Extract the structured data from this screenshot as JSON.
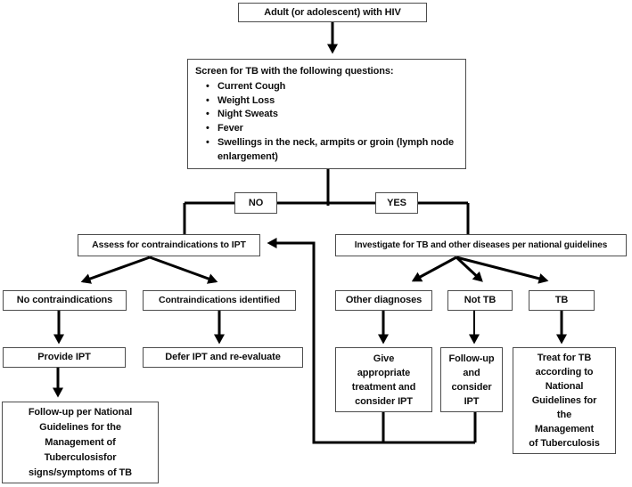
{
  "bullet_glyph": "•",
  "colors": {
    "line": "#000000",
    "box_border": "#4c4c4c",
    "text": "#0f0f0f",
    "background": "#ffffff"
  },
  "nodes": {
    "adult": {
      "label": "Adult (or adolescent) with HIV"
    },
    "screen": {
      "title": "Screen for TB with the following questions:",
      "bullets": [
        "Current Cough",
        "Weight Loss",
        "Night Sweats",
        "Fever",
        "Swellings in the neck, armpits or groin (lymph node enlargement)"
      ]
    },
    "no": {
      "label": "NO"
    },
    "yes": {
      "label": "YES"
    },
    "assess": {
      "label": "Assess for contraindications to IPT"
    },
    "investigate": {
      "label": "Investigate for TB and other diseases per national guidelines"
    },
    "no_contraindications": {
      "label": "No contraindications"
    },
    "contraindications_identified": {
      "label": "Contraindications identified"
    },
    "other_diagnoses": {
      "label": "Other diagnoses"
    },
    "not_tb": {
      "label": "Not TB"
    },
    "tb": {
      "label": "TB"
    },
    "provide_ipt": {
      "label": "Provide IPT"
    },
    "defer_ipt": {
      "label": "Defer IPT and re-evaluate"
    },
    "give_treatment": {
      "label": "Give\nappropriate\ntreatment and\nconsider IPT"
    },
    "followup_consider": {
      "label": "Follow-up\nand\nconsider\nIPT"
    },
    "treat_tb": {
      "label": "Treat for TB\naccording to\nNational\nGuidelines for\nthe\nManagement\nof Tuberculosis"
    },
    "followup_national": {
      "label": "Follow-up per National\nGuidelines for the\nManagement of\nTuberculosisfor\nsigns/symptoms of TB"
    }
  }
}
